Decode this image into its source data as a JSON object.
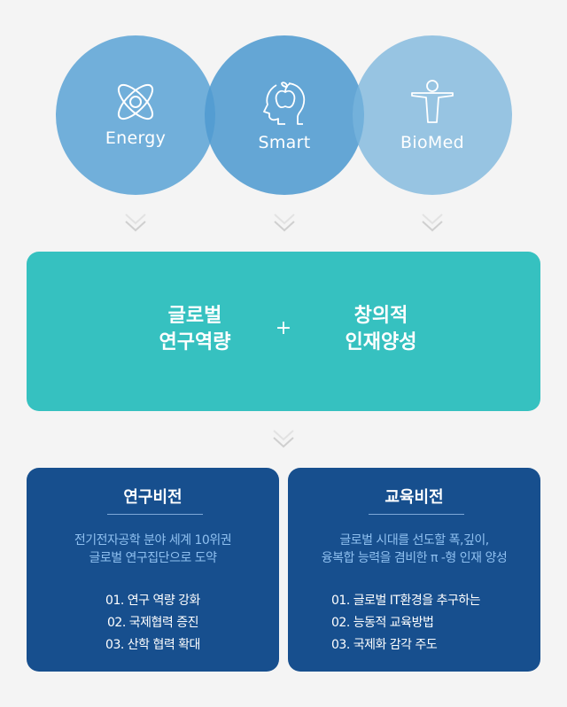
{
  "circles": [
    {
      "label": "Energy",
      "icon": "atom-icon",
      "color": "#6aaed9"
    },
    {
      "label": "Smart",
      "icon": "head-apple-icon",
      "color": "#5aa6d5"
    },
    {
      "label": "BioMed",
      "icon": "human-figure-icon",
      "color": "#92c2e1"
    }
  ],
  "combine": {
    "left_line1": "글로벌",
    "left_line2": "연구역량",
    "operator": "+",
    "right_line1": "창의적",
    "right_line2": "인재양성",
    "color": "#36c1c0"
  },
  "visions": [
    {
      "title": "연구비전",
      "desc_line1": "전기전자공학 분야 세계 10위권",
      "desc_line2": "글로벌 연구집단으로 도약",
      "items": [
        "01. 연구 역량 강화",
        "02. 국제협력 증진",
        "03. 산학 협력 확대"
      ]
    },
    {
      "title": "교육비전",
      "desc_line1": "글로벌 시대를 선도할 폭,깊이,",
      "desc_line2": "융복합 능력을 겸비한 π -형 인재 양성",
      "items": [
        "01. 글로벌 IT환경을 추구하는",
        "02. 능동적 교육방법",
        "03. 국제화 감각 주도"
      ]
    }
  ],
  "colors": {
    "background": "#f4f4f4",
    "vision_box": "#174f8e",
    "vision_desc": "#8fc0f0",
    "chevron": "#cfcfcf"
  }
}
